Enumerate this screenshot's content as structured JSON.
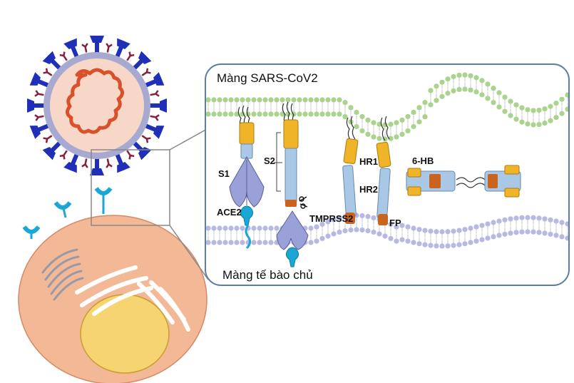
{
  "labels": {
    "viral_membrane": "Màng SARS-CoV2",
    "host_membrane": "Màng tế bào chủ",
    "s1": "S1",
    "s2": "S2",
    "ace2": "ACE2",
    "tmprss2": "TMPRSS2",
    "hr1": "HR1",
    "hr2": "HR2",
    "fp": "FP",
    "six_hb": "6-HB"
  },
  "colors": {
    "virus_spike": "#1f2fb8",
    "virus_membrane_ring": "#a7a9d0",
    "virus_interior": "#f6d7c8",
    "viral_rna": "#d9502a",
    "cell_body": "#f3b895",
    "nucleus": "#f6d472",
    "receptor": "#1aa7d6",
    "viral_membrane_heads": "#a8d48c",
    "host_membrane_heads": "#b8b9e2",
    "s1_subunit": "#9aa0d8",
    "hr_helix": "#a9c8e6",
    "fusion_peptide": "#c8641e",
    "transmembrane_anchor": "#f0b428",
    "panel_border": "#5b7ea6"
  }
}
